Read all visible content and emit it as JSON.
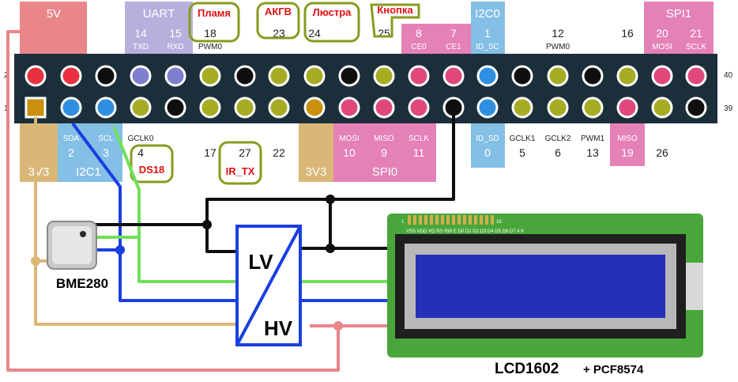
{
  "groups": {
    "v5": "5V",
    "uart": "UART",
    "i2c0": "I2C0",
    "spi1": "SPI1",
    "i2c1": "I2C1",
    "spi0": "SPI0",
    "v3a": "3V3",
    "v3b": "3V3"
  },
  "row_labels": {
    "top_left": "2",
    "bottom_left": "1",
    "top_right": "40",
    "bottom_right": "39"
  },
  "top_labels": [
    {
      "num": "14",
      "sub": "TXD"
    },
    {
      "num": "15",
      "sub": "RXD"
    },
    {
      "num": "18",
      "sub": "PWM0"
    },
    {
      "num": "23",
      "sub": ""
    },
    {
      "num": "24",
      "sub": ""
    },
    {
      "num": "25",
      "sub": ""
    },
    {
      "num": "8",
      "sub": "CE0"
    },
    {
      "num": "7",
      "sub": "CE1"
    },
    {
      "num": "1",
      "sub": "ID_SC"
    },
    {
      "num": "12",
      "sub": "PWM0"
    },
    {
      "num": "16",
      "sub": ""
    },
    {
      "num": "20",
      "sub": "MOSI"
    },
    {
      "num": "21",
      "sub": "SCLK"
    }
  ],
  "bottom_labels": [
    {
      "num": "2",
      "sub": "SDA"
    },
    {
      "num": "3",
      "sub": "SCL"
    },
    {
      "num": "4",
      "sub": "GCLK0"
    },
    {
      "num": "17",
      "sub": ""
    },
    {
      "num": "27",
      "sub": ""
    },
    {
      "num": "22",
      "sub": ""
    },
    {
      "num": "10",
      "sub": "MOSI"
    },
    {
      "num": "9",
      "sub": "MISO"
    },
    {
      "num": "11",
      "sub": "SCLK"
    },
    {
      "num": "0",
      "sub": "ID_SD"
    },
    {
      "num": "5",
      "sub": "GCLK1"
    },
    {
      "num": "6",
      "sub": "GCLK2"
    },
    {
      "num": "13",
      "sub": "PWM1"
    },
    {
      "num": "19",
      "sub": "MISO"
    },
    {
      "num": "26",
      "sub": ""
    }
  ],
  "annotations": {
    "flame": "Пламя",
    "akgv": "АКГВ",
    "lustra": "Люстра",
    "button": "Кнопка",
    "ds18": "DS18",
    "ir_tx": "IR_TX"
  },
  "level_shifter": {
    "lv": "LV",
    "hv": "HV"
  },
  "sensor_label": "BME280",
  "lcd": {
    "label_main": "LCD1602",
    "label_extra": "+ PCF8574",
    "pin_one": "1",
    "pin_sixteen": "16",
    "pin_names": "VSS VDD VO RS RW E D0 D1 D2 D3 D4 D5 D6 D7 A K"
  },
  "colors": {
    "power5v": "#e8868a",
    "power3v3": "#d9b877",
    "i2c": "#84bfe6",
    "spi": "#e481b7",
    "uart": "#b7b0dc",
    "gpio": "#a7ad22",
    "ground": "#0f0f0f",
    "wire_blue": "#1a3fe0",
    "wire_green": "#6fe05a",
    "lcd_screen": "#2430b8",
    "lcd_board": "#49a63a"
  }
}
